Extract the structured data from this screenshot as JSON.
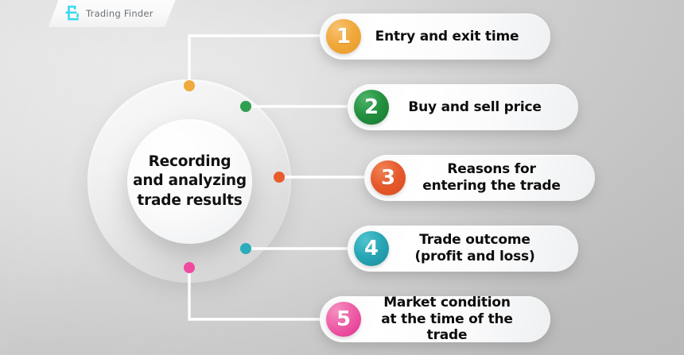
{
  "brand": {
    "name": "Trading Finder",
    "logo_icon": "trading-finder-logo-icon",
    "logo_color": "#32d8ee"
  },
  "center": {
    "title": "Recording\nand analyzing\ntrade results"
  },
  "items": [
    {
      "number": "1",
      "label": "Entry and exit time",
      "color": "#f0a93c",
      "dot_color": "#f0a93c",
      "connector": "elbow-up"
    },
    {
      "number": "2",
      "label": "Buy and sell price",
      "color": "#23913f",
      "dot_color": "#2f9e4f",
      "connector": "straight"
    },
    {
      "number": "3",
      "label": "Reasons for\nentering the trade",
      "color": "#e55a2c",
      "dot_color": "#e85c2b",
      "connector": "straight"
    },
    {
      "number": "4",
      "label": "Trade outcome\n(profit and loss)",
      "color": "#27a6b5",
      "dot_color": "#2bacba",
      "connector": "straight"
    },
    {
      "number": "5",
      "label": "Market condition\nat the time of the trade",
      "color": "#e22d8e",
      "dot_color": "#ef4aa0",
      "connector": "elbow-down"
    }
  ],
  "palette": {
    "background_light": "#efefef",
    "background_dark": "#c4c4c4",
    "connector_line": "#ffffff",
    "text": "#0d0d0d"
  }
}
